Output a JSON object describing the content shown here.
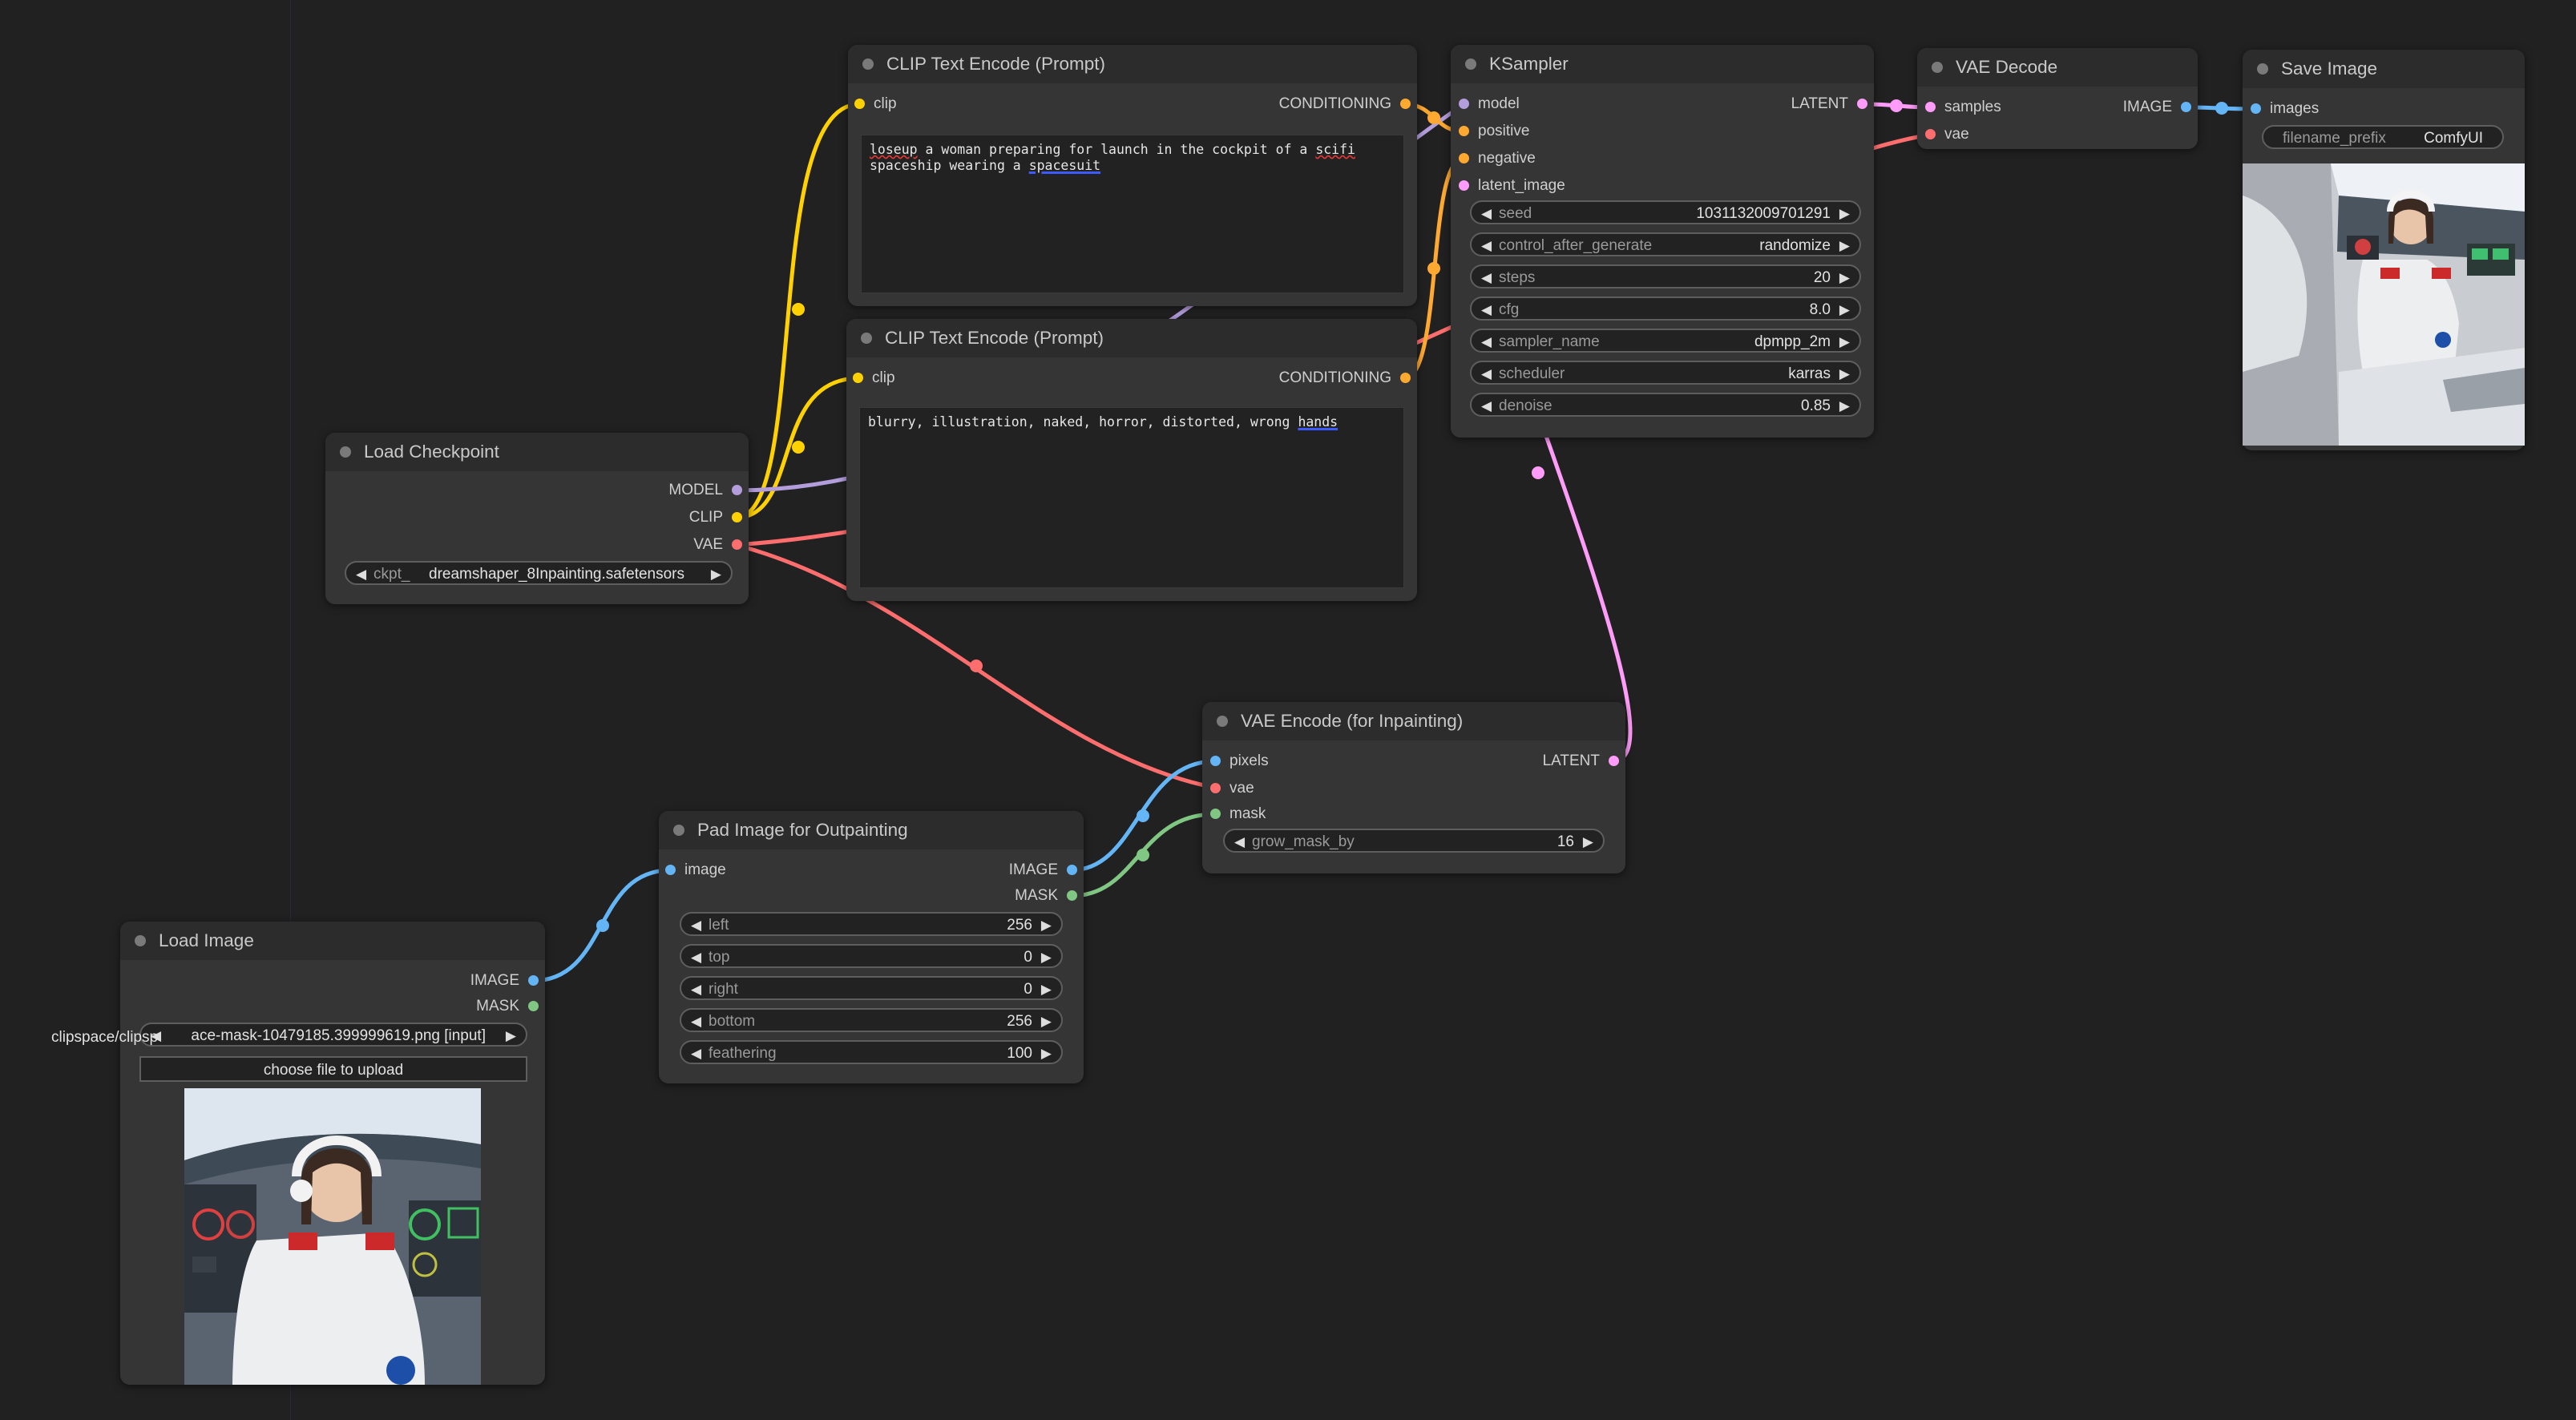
{
  "nodes": {
    "clip_pos": {
      "title": "CLIP Text Encode (Prompt)",
      "input_clip": "clip",
      "output": "CONDITIONING",
      "text_1": "loseup",
      "text_2": " a woman preparing for launch in the cockpit of a ",
      "text_3": "scifi",
      "text_4": "spaceship wearing a ",
      "text_5": "spacesuit"
    },
    "clip_neg": {
      "title": "CLIP Text Encode (Prompt)",
      "input_clip": "clip",
      "output": "CONDITIONING",
      "text_1": "blurry, illustration, naked, horror, distorted, wrong ",
      "text_2": "hands"
    },
    "ksampler": {
      "title": "KSampler",
      "in_model": "model",
      "in_positive": "positive",
      "in_negative": "negative",
      "in_latent": "latent_image",
      "output": "LATENT",
      "widgets": [
        {
          "label": "seed",
          "value": "1031132009701291"
        },
        {
          "label": "control_after_generate",
          "value": "randomize"
        },
        {
          "label": "steps",
          "value": "20"
        },
        {
          "label": "cfg",
          "value": "8.0"
        },
        {
          "label": "sampler_name",
          "value": "dpmpp_2m"
        },
        {
          "label": "scheduler",
          "value": "karras"
        },
        {
          "label": "denoise",
          "value": "0.85"
        }
      ]
    },
    "vae_decode": {
      "title": "VAE Decode",
      "in_samples": "samples",
      "in_vae": "vae",
      "output": "IMAGE"
    },
    "save_image": {
      "title": "Save Image",
      "in_images": "images",
      "widget_label": "filename_prefix",
      "widget_value": "ComfyUI"
    },
    "load_checkpoint": {
      "title": "Load Checkpoint",
      "out_model": "MODEL",
      "out_clip": "CLIP",
      "out_vae": "VAE",
      "widget_label": "ckpt_",
      "widget_value": "dreamshaper_8Inpainting.safetensors"
    },
    "vae_encode": {
      "title": "VAE Encode (for Inpainting)",
      "in_pixels": "pixels",
      "in_vae": "vae",
      "in_mask": "mask",
      "output": "LATENT",
      "widget_label": "grow_mask_by",
      "widget_value": "16"
    },
    "pad_image": {
      "title": "Pad Image for Outpainting",
      "in_image": "image",
      "out_image": "IMAGE",
      "out_mask": "MASK",
      "widgets": [
        {
          "label": "left",
          "value": "256"
        },
        {
          "label": "top",
          "value": "0"
        },
        {
          "label": "right",
          "value": "0"
        },
        {
          "label": "bottom",
          "value": "256"
        },
        {
          "label": "feathering",
          "value": "100"
        }
      ]
    },
    "load_image": {
      "title": "Load Image",
      "out_image": "IMAGE",
      "out_mask": "MASK",
      "widget_prefix": "clipspace/clipsp",
      "widget_value": "ace-mask-10479185.399999619.png [input]",
      "upload_label": "choose file to upload"
    }
  },
  "colors": {
    "background": "#212121",
    "node": "#353535",
    "clip_wire": "#ffd100",
    "conditioning_wire": "#ffa931",
    "model_wire": "#b39ddb",
    "vae_wire": "#ff6e6e",
    "latent_wire": "#ff9cf9",
    "image_wire": "#64b5f6",
    "mask_wire": "#81c784"
  }
}
